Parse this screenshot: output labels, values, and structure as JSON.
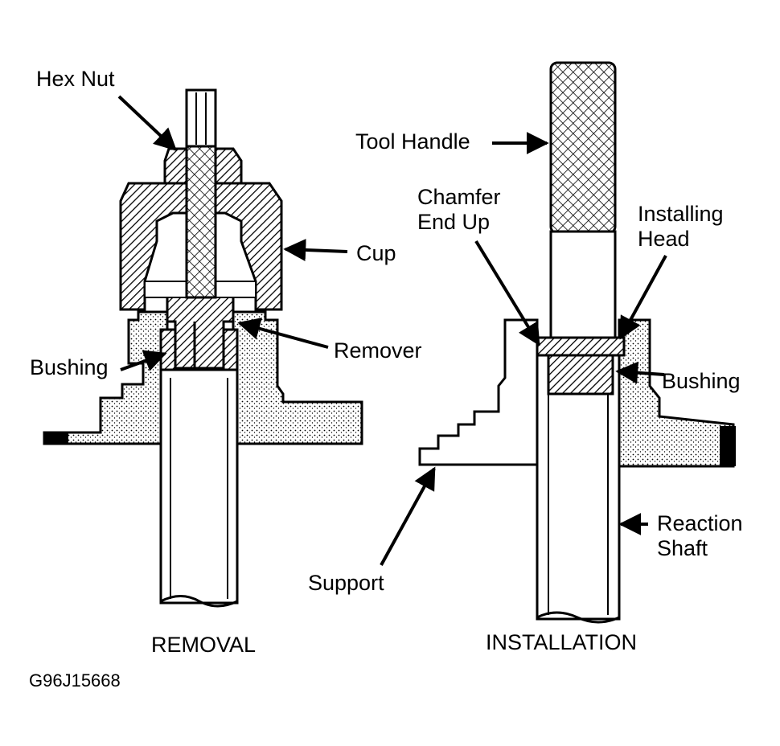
{
  "labels": {
    "hex_nut": "Hex Nut",
    "cup": "Cup",
    "remover": "Remover",
    "bushing_left": "Bushing",
    "tool_handle": "Tool Handle",
    "chamfer_line1": "Chamfer",
    "chamfer_line2": "End Up",
    "installing_head_line1": "Installing",
    "installing_head_line2": "Head",
    "bushing_right": "Bushing",
    "reaction_shaft_line1": "Reaction",
    "reaction_shaft_line2": "Shaft",
    "support": "Support"
  },
  "captions": {
    "removal": "REMOVAL",
    "installation": "INSTALLATION"
  },
  "figure_code": "G96J15668"
}
